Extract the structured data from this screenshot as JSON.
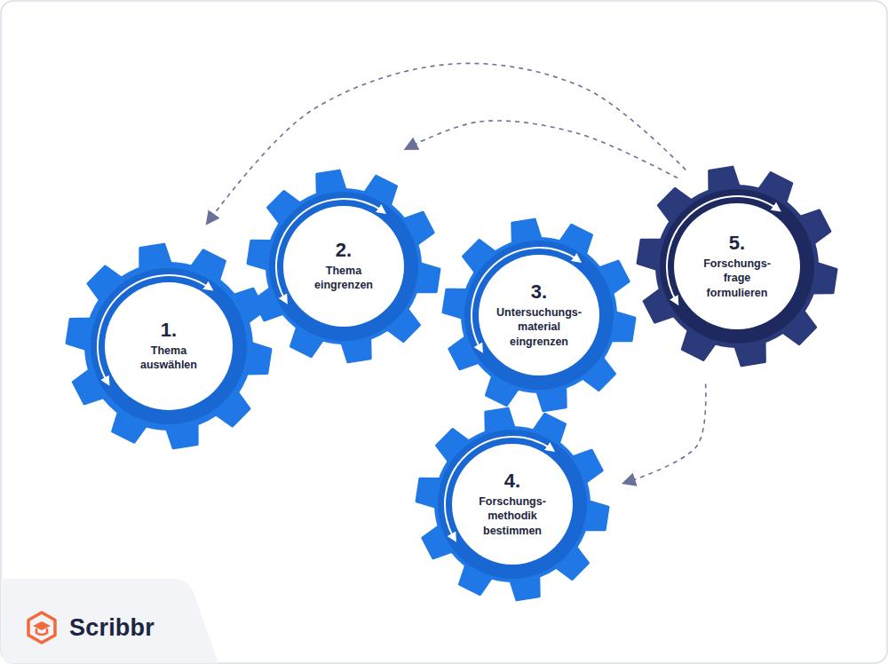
{
  "diagram": {
    "nodes": [
      {
        "text": [
          "1.",
          "Thema auswählen"
        ]
      },
      {
        "text": [
          "2.",
          "Thema eingrenzen"
        ]
      },
      {
        "text": [
          "3.",
          "Untersuchungs- material eingrenzen"
        ]
      },
      {
        "text": [
          "4.",
          "Forschungs- methodik bestimmen"
        ]
      },
      {
        "text": [
          "5.",
          "Forschungs- frage formulieren"
        ]
      }
    ],
    "edges": [
      {
        "from": 4,
        "to": 0,
        "arrow": "to"
      },
      {
        "from": 4,
        "to": 1,
        "arrow": "to"
      },
      {
        "from": 4,
        "to": 3,
        "arrow": "to"
      }
    ],
    "labels": [
      "Scribbr"
    ]
  }
}
